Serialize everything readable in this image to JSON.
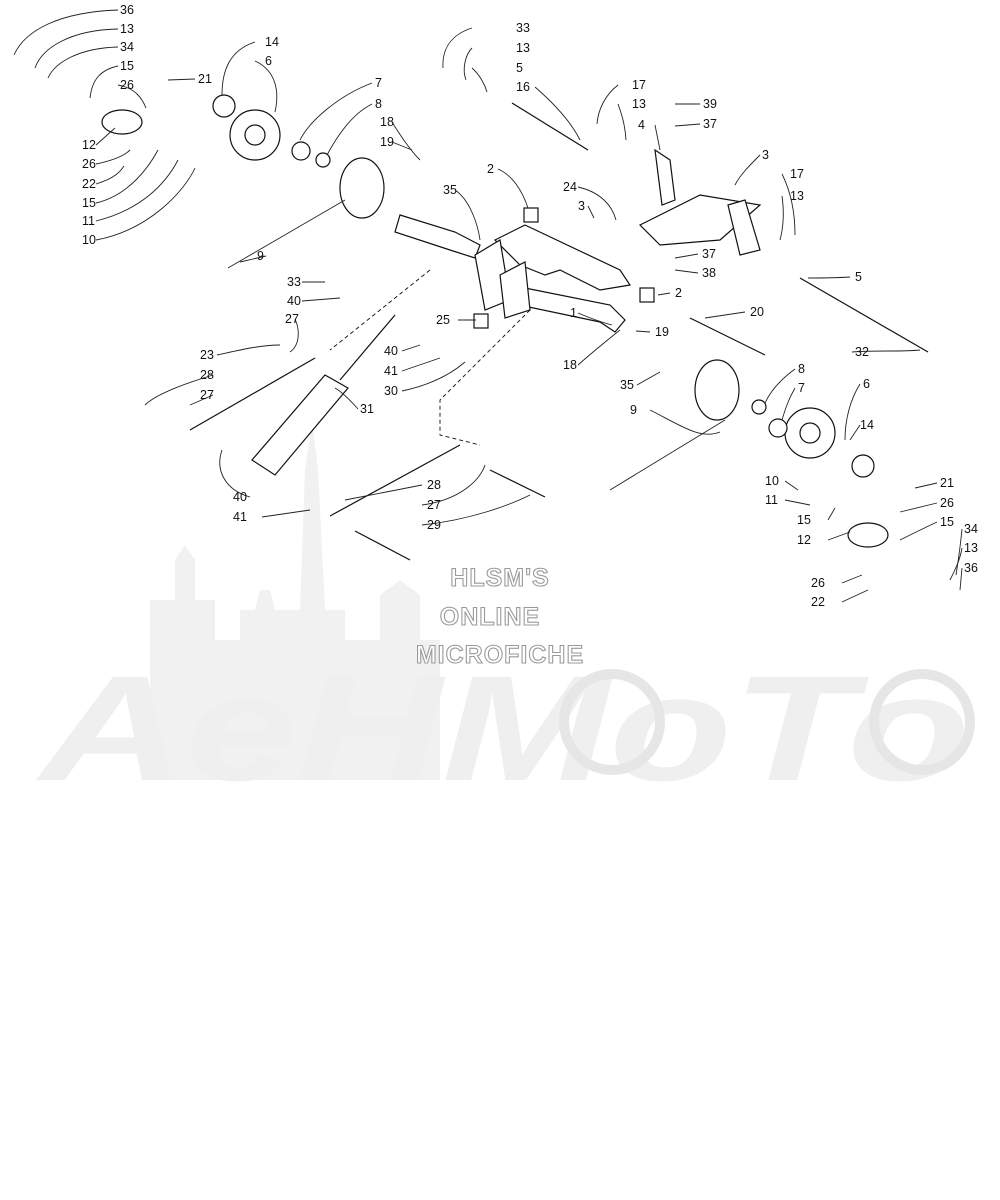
{
  "watermark": {
    "line1": "HLSM'S",
    "line2": "ONLINE",
    "line3": "MICROFICHE",
    "brand": "AeHMoTo"
  },
  "callouts": {
    "a36": "36",
    "a13": "13",
    "a34": "34",
    "a15": "15",
    "a26": "26",
    "a21": "21",
    "a14": "14",
    "a6": "6",
    "a7": "7",
    "a8": "8",
    "a12": "12",
    "a26b": "26",
    "a22": "22",
    "a15b": "15",
    "a11": "11",
    "a10": "10",
    "a18": "18",
    "a19": "19",
    "a35": "35",
    "a2": "2",
    "a24": "24",
    "a3": "3",
    "a9": "9",
    "b33": "33",
    "b13": "13",
    "b5": "5",
    "b16": "16",
    "b17": "17",
    "b13b": "13",
    "b4": "4",
    "b39": "39",
    "b37": "37",
    "b3": "3",
    "b17b": "17",
    "b13c": "13",
    "b37b": "37",
    "b38": "38",
    "b5b": "5",
    "b2": "2",
    "b20": "20",
    "b32": "32",
    "c33": "33",
    "c40": "40",
    "c27": "27",
    "c23": "23",
    "c28": "28",
    "c27b": "27",
    "c25": "25",
    "c40b": "40",
    "c41": "41",
    "c30": "30",
    "c31": "31",
    "c1": "1",
    "c18": "18",
    "c19": "19",
    "c35": "35",
    "c8": "8",
    "c7": "7",
    "c6": "6",
    "c9": "9",
    "c14": "14",
    "d40": "40",
    "d41": "41",
    "d28": "28",
    "d27": "27",
    "d29": "29",
    "e10": "10",
    "e11": "11",
    "e15": "15",
    "e12": "12",
    "e21": "21",
    "e26": "26",
    "e15b": "15",
    "e34": "34",
    "e13": "13",
    "e36": "36",
    "e26b": "26",
    "e22": "22"
  }
}
